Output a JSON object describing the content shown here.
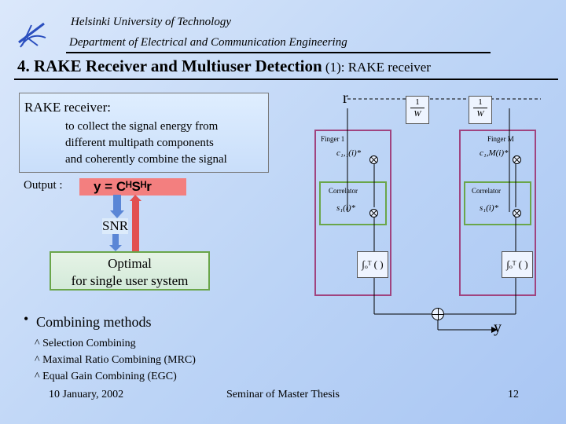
{
  "header": {
    "line1": "Helsinki University of Technology",
    "line2": "Department of Electrical and Communication Engineering"
  },
  "title": {
    "main": "4. RAKE Receiver and Multiuser Detection",
    "sub": " (1): RAKE receiver"
  },
  "left": {
    "rake_heading": "RAKE receiver:",
    "rake_desc_1": "to collect the signal energy from",
    "rake_desc_2": "different multipath components",
    "rake_desc_3": "and coherently combine the signal",
    "output_label": "Output :",
    "equation": "y = CᴴSᴴr",
    "snr_label": "SNR",
    "optimal_1": "Optimal",
    "optimal_2": "for single user system"
  },
  "combining": {
    "heading": "Combining methods",
    "items": [
      "Selection Combining",
      "Maximal Ratio Combining (MRC)",
      "Equal Gain Combining (EGC)"
    ]
  },
  "diagram": {
    "input_label": "r",
    "delay_num": "1",
    "delay_den": "W",
    "finger_1": "Finger 1",
    "finger_m": "Finger M",
    "code_1": "c₁,₁(i)*",
    "code_m": "c₁,M(i)*",
    "correlator_1": "Correlator",
    "correlator_m": "Correlator",
    "spread_1": "s₁(i)*",
    "spread_m": "s₁(i)*",
    "integrator_1": "∫ₒᵀ ( )",
    "integrator_m": "∫ₒᵀ ( )",
    "output_label": "y"
  },
  "footer": {
    "date": "10 January, 2002",
    "event": "Seminar of Master Thesis",
    "page": "12"
  }
}
